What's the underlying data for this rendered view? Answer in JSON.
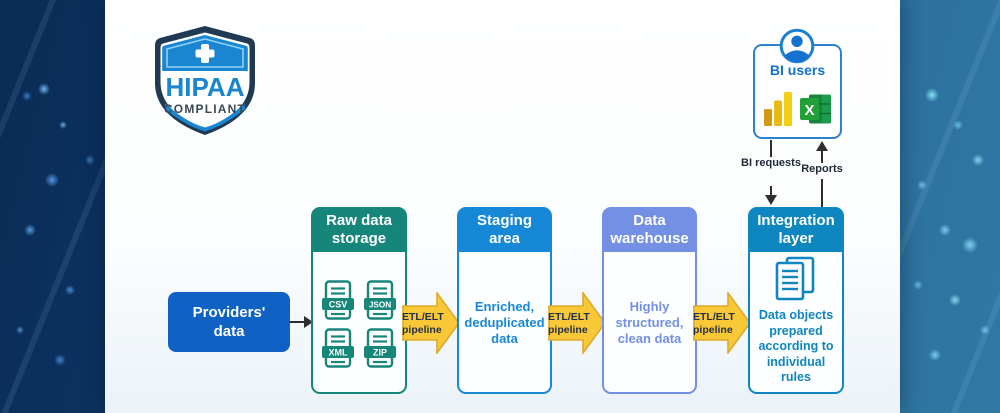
{
  "badge": {
    "title": "HIPAA",
    "subtitle": "COMPLIANT"
  },
  "source_box": {
    "label": "Providers' data"
  },
  "etl": {
    "label": "ETL/ELT pipeline"
  },
  "stages": [
    {
      "title": "Raw data storage",
      "files": [
        "CSV",
        "JSON",
        "XML",
        "ZIP"
      ]
    },
    {
      "title": "Staging area",
      "body": "Enriched, deduplicated data"
    },
    {
      "title": "Data warehouse",
      "body": "Highly structured, clean data"
    },
    {
      "title": "Integration layer",
      "body": "Data objects prepared according to individual rules"
    }
  ],
  "bi_users": {
    "title": "BI users"
  },
  "connectors": {
    "down_label": "BI requests",
    "up_label": "Reports"
  },
  "palette": {
    "raw_storage_teal": "#17867a",
    "staging_blue": "#1787d8",
    "warehouse_periwinkle": "#7390e5",
    "integration_cyan": "#0e86c0",
    "providers_blue": "#0f62c3",
    "etl_arrow_yellow": "#f8c837",
    "etl_arrow_outline": "#dda92b",
    "line_dark": "#2e2e2e",
    "bi_border_blue": "#2f80d0",
    "badge_blue": "#1a86d2",
    "powerbi_yellow": "#f2c811",
    "excel_green": "#21a038"
  }
}
